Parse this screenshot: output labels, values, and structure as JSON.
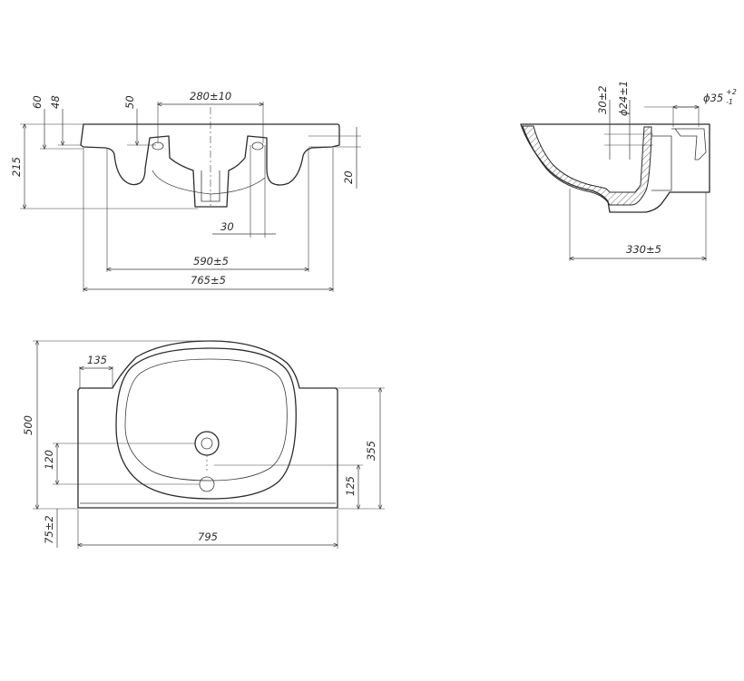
{
  "drawing": {
    "front_view": {
      "dims": {
        "d60": "60",
        "d48": "48",
        "d50": "50",
        "d280": "280±10",
        "d215": "215",
        "d20": "20",
        "d30": "30",
        "d590": "590±5",
        "d765": "765±5"
      }
    },
    "side_view": {
      "dims": {
        "d30": "30±2",
        "d24": "ϕ24±1",
        "d35": "ϕ35",
        "d35_sup": "+2",
        "d35_sub": "-1",
        "d330": "330±5"
      }
    },
    "top_view": {
      "dims": {
        "d135": "135",
        "d500": "500",
        "d120": "120",
        "d75": "75±2",
        "d355": "355",
        "d125": "125",
        "d795": "795"
      }
    }
  }
}
